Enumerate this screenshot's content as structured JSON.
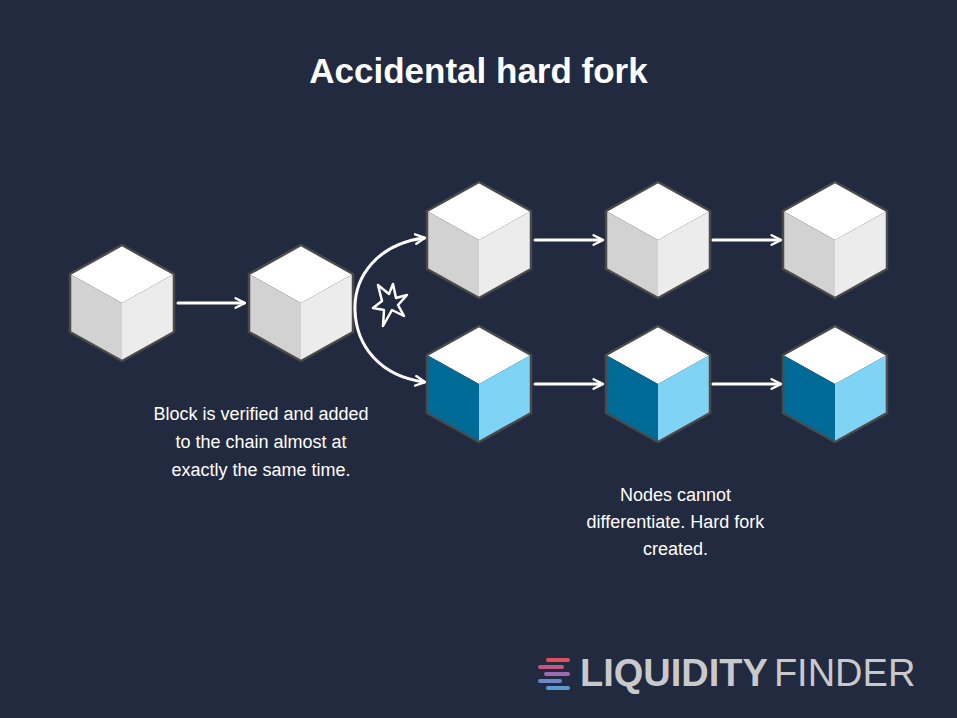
{
  "diagram": {
    "title": "Accidental hard fork",
    "labels": [
      "Block is verified and added to the chain almost at exactly the same time.",
      "Nodes cannot differentiate. Hard fork created.",
      "LIQUIDITY",
      "FINDER"
    ]
  }
}
